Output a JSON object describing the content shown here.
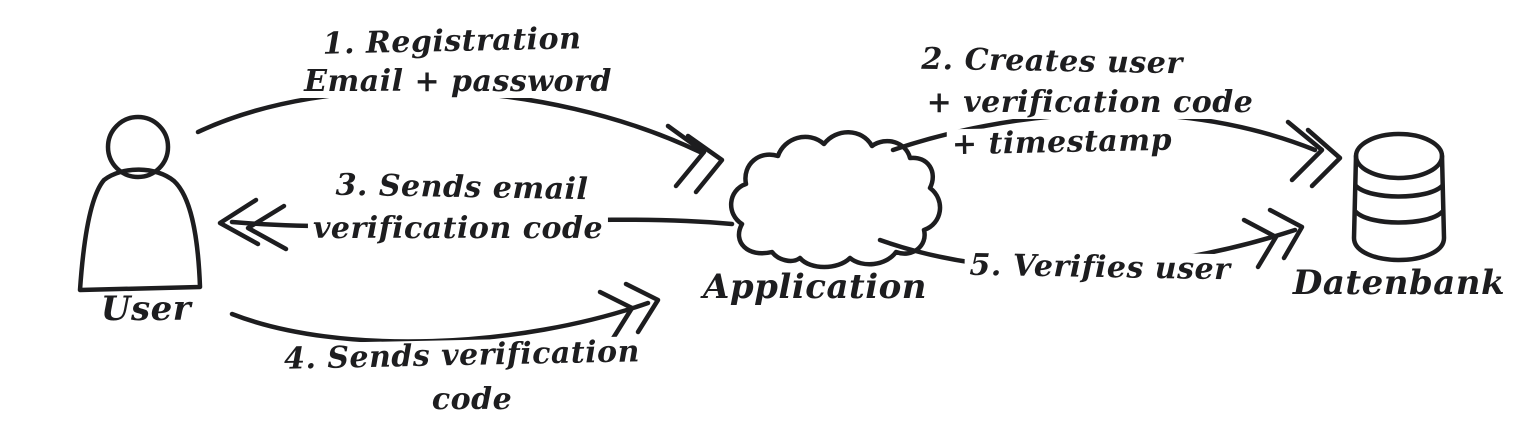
{
  "diagram": {
    "ink": "#1d1d1f",
    "background": "#ffffff",
    "nodes": {
      "user": {
        "label": "User"
      },
      "application": {
        "label": "Application"
      },
      "database": {
        "label": "Datenbank"
      }
    },
    "steps": {
      "registration": {
        "line1": "1. Registration",
        "line2": "Email + password"
      },
      "creates_user": {
        "line1": "2. Creates user",
        "line2": "+ verification code",
        "line3": "+ timestamp"
      },
      "sends_email": {
        "line1": "3. Sends email",
        "line2": "verification code"
      },
      "submits_code": {
        "line1": "4. Sends verification",
        "line2": "code"
      },
      "verifies_user": {
        "line1": "5. Verifies user"
      }
    }
  }
}
